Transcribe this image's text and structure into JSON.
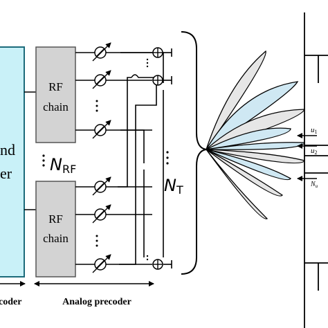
{
  "baseband_block": {
    "label_line1": "nd",
    "label_line2": "er",
    "fill_color": "#c9f1f8",
    "stroke_color": "#1b6a7a"
  },
  "rf_chain_top": {
    "line1": "RF",
    "line2": "chain"
  },
  "rf_chain_bottom": {
    "line1": "RF",
    "line2": "chain"
  },
  "rf_fill_color": "#d3d3d3",
  "n_rf_label": {
    "symbol": "N",
    "subscript": "RF"
  },
  "n_t_label": {
    "symbol": "N",
    "subscript": "T"
  },
  "digital_precoder_label": "coder",
  "analog_precoder_label": "Analog precoder",
  "users": [
    {
      "symbol": "u",
      "subscript": "1"
    },
    {
      "symbol": "u",
      "subscript": "2"
    },
    {
      "symbol": "N",
      "subscript": "u"
    }
  ],
  "beam_colors": {
    "light_blue": "#cfe8f3",
    "light_gray": "#e6e6e6"
  }
}
